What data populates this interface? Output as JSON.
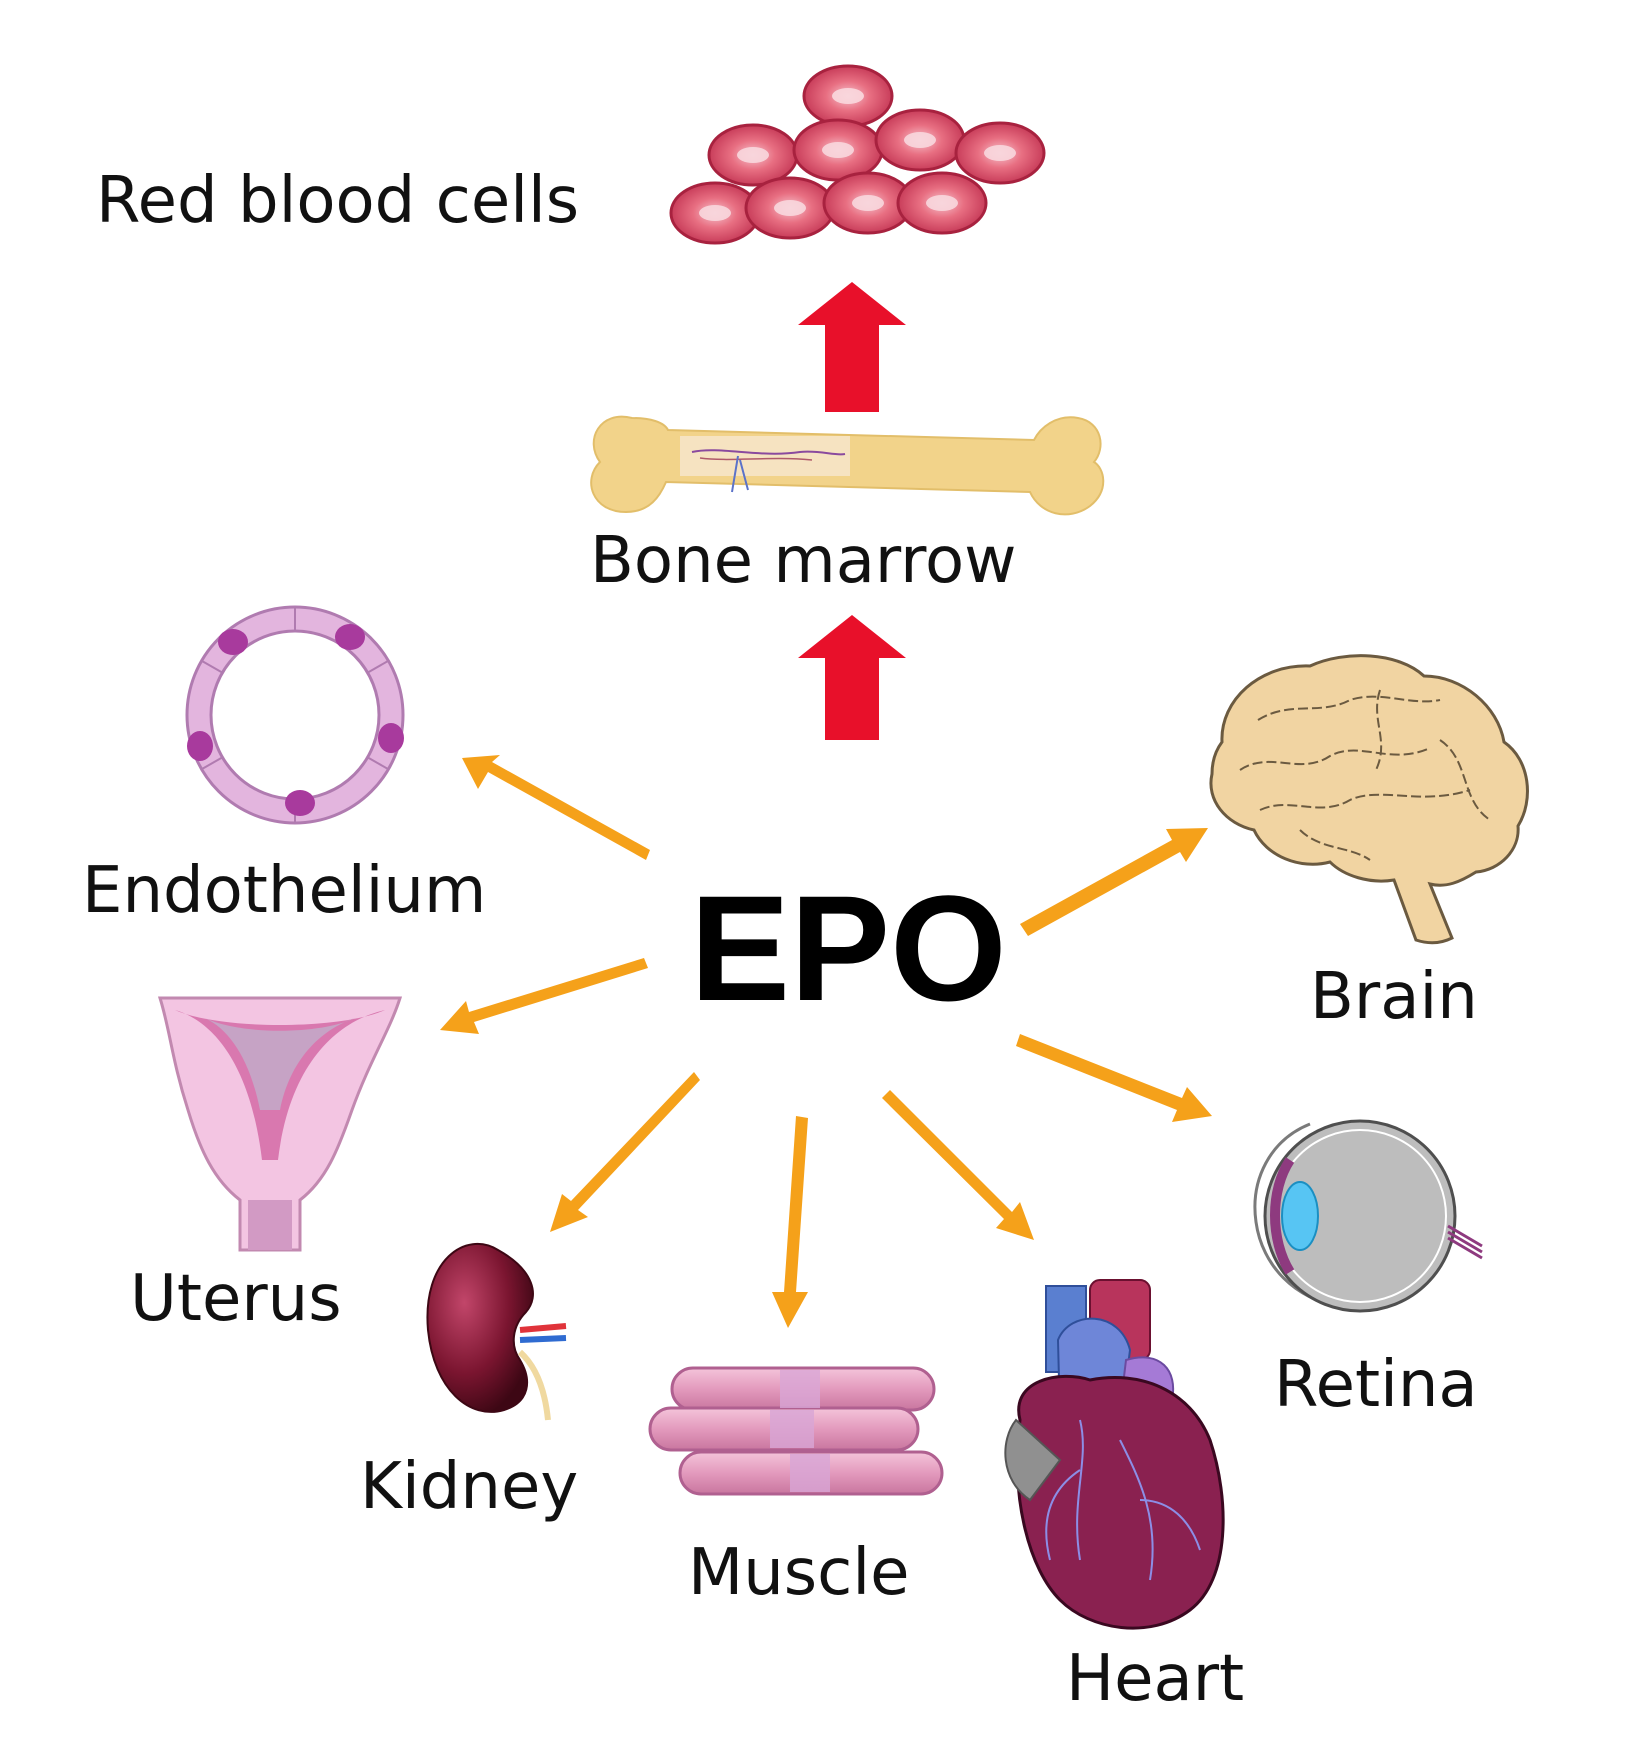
{
  "center": {
    "label": "EPO"
  },
  "labels": {
    "red_blood_cells": "Red blood cells",
    "bone_marrow": "Bone marrow",
    "endothelium": "Endothelium",
    "uterus": "Uterus",
    "kidney": "Kidney",
    "muscle": "Muscle",
    "heart": "Heart",
    "retina": "Retina",
    "brain": "Brain"
  },
  "colors": {
    "primary_arrow": "#e8102a",
    "secondary_arrow": "#f5a11a",
    "bone": "#f2d38a",
    "rbc": "#e0586e",
    "endothelium": "#e3b5de",
    "nucleus": "#a83a9d",
    "brain": "#f1d4a2",
    "heart": "#8a2150",
    "eye": "#bdbdbd",
    "muscle": "#e7a6c4",
    "kidney": "#7b1530",
    "uterus": "#f3c5e2"
  }
}
